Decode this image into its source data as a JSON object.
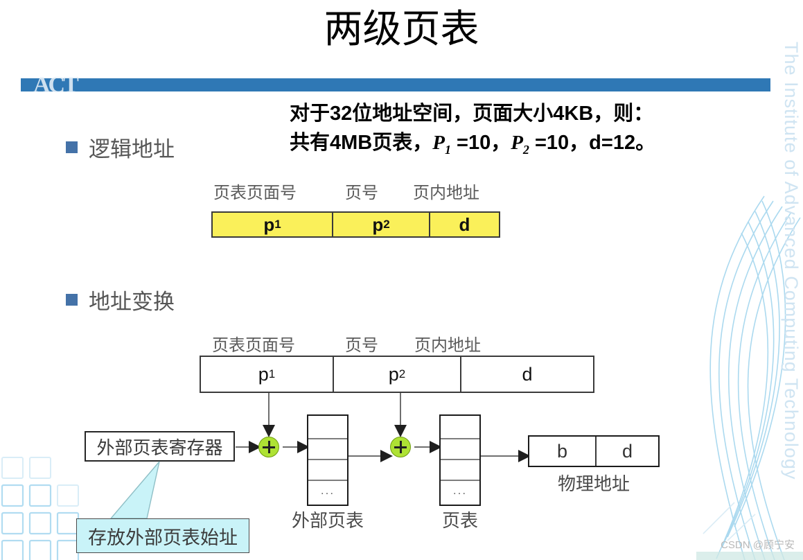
{
  "slide": {
    "title": "两级页表",
    "logo_text": "ACT",
    "accent_blue": "#2f78b5",
    "highlight_yellow": "#faf05a",
    "callout_cyan": "#c9f3f8",
    "plus_green": "#aee234",
    "bullet_blue": "#4472a8"
  },
  "watermark": {
    "vertical_text": "The Institute of Advanced Computing Technology",
    "credit": "CSDN @顾宁安"
  },
  "emphasis": {
    "line1": "对于32位地址空间，页面大小4KB，则：",
    "line2_prefix": "共有4MB页表，",
    "p1_symbol": "P",
    "p1_sub": "1",
    "p1_value": " =10，",
    "p2_symbol": "P",
    "p2_sub": "2",
    "p2_value": " =10，d=12。"
  },
  "bullets": [
    {
      "label": "逻辑地址"
    },
    {
      "label": "地址变换"
    }
  ],
  "field_headers": {
    "page_table_page_no": "页表页面号",
    "page_no": "页号",
    "offset": "页内地址"
  },
  "logical_address": {
    "cells": [
      {
        "symbol": "p",
        "sub": "1"
      },
      {
        "symbol": "p",
        "sub": "2"
      },
      {
        "symbol": "d",
        "sub": ""
      }
    ]
  },
  "translation_address": {
    "cells": [
      {
        "symbol": "p",
        "sub": "1"
      },
      {
        "symbol": "p",
        "sub": "2"
      },
      {
        "symbol": "d",
        "sub": ""
      }
    ]
  },
  "diagram": {
    "register_box": "外部页表寄存器",
    "callout": "存放外部页表始址",
    "outer_page_table_caption": "外部页表",
    "page_table_caption": "页表",
    "adder_icon": "plus-circle-icon",
    "physical_address": {
      "caption": "物理地址",
      "cells": [
        "b",
        "d"
      ]
    },
    "table_dots": "..."
  }
}
